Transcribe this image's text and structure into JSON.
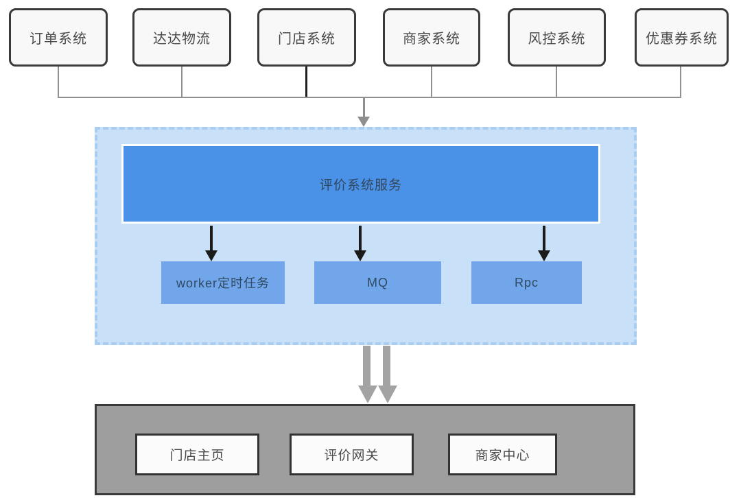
{
  "diagram": {
    "source_systems": [
      {
        "label": "订单系统"
      },
      {
        "label": "达达物流"
      },
      {
        "label": "门店系统"
      },
      {
        "label": "商家系统"
      },
      {
        "label": "风控系统"
      },
      {
        "label": "优惠券系统"
      }
    ],
    "service_layer": {
      "service": {
        "label": "评价系统服务"
      },
      "components": [
        {
          "label": "worker定时任务"
        },
        {
          "label": "MQ"
        },
        {
          "label": "Rpc"
        }
      ]
    },
    "frontend_layer": {
      "items": [
        {
          "label": "门店主页"
        },
        {
          "label": "评价网关"
        },
        {
          "label": "商家中心"
        }
      ]
    },
    "colors": {
      "service_panel_bg": "#c9e1f8",
      "service_panel_border": "#a9ccf1",
      "service_box_bg": "#4a91e8",
      "component_box_bg": "#71a7ea",
      "frontend_panel_bg": "#9e9e9e",
      "frontend_panel_border": "#3a3a3a",
      "system_box_bg": "#f8f8f8",
      "system_box_border": "#3a3a3a",
      "connector_gray": "#8f8f8f",
      "arrow_black": "#1b1b1b",
      "arrow_big_gray": "#a3a3a3"
    }
  }
}
